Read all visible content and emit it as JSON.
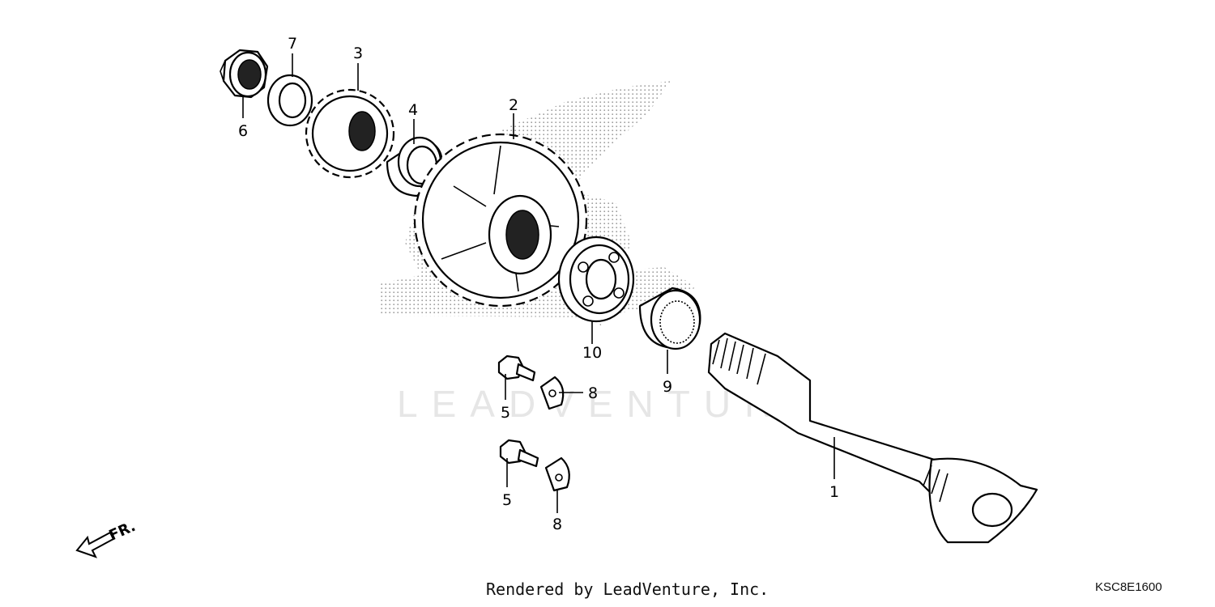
{
  "watermark": {
    "text": "LEADVENTURE"
  },
  "direction_indicator": {
    "label": "FR."
  },
  "callouts": [
    {
      "id": "c1",
      "label": "1"
    },
    {
      "id": "c2",
      "label": "2"
    },
    {
      "id": "c3",
      "label": "3"
    },
    {
      "id": "c4",
      "label": "4"
    },
    {
      "id": "c5a",
      "label": "5"
    },
    {
      "id": "c5b",
      "label": "5"
    },
    {
      "id": "c6",
      "label": "6"
    },
    {
      "id": "c7",
      "label": "7"
    },
    {
      "id": "c8a",
      "label": "8"
    },
    {
      "id": "c8b",
      "label": "8"
    },
    {
      "id": "c9",
      "label": "9"
    },
    {
      "id": "c10",
      "label": "10"
    }
  ],
  "footer": {
    "credit": "Rendered by LeadVenture, Inc.",
    "diagram_code": "KSC8E1600"
  }
}
